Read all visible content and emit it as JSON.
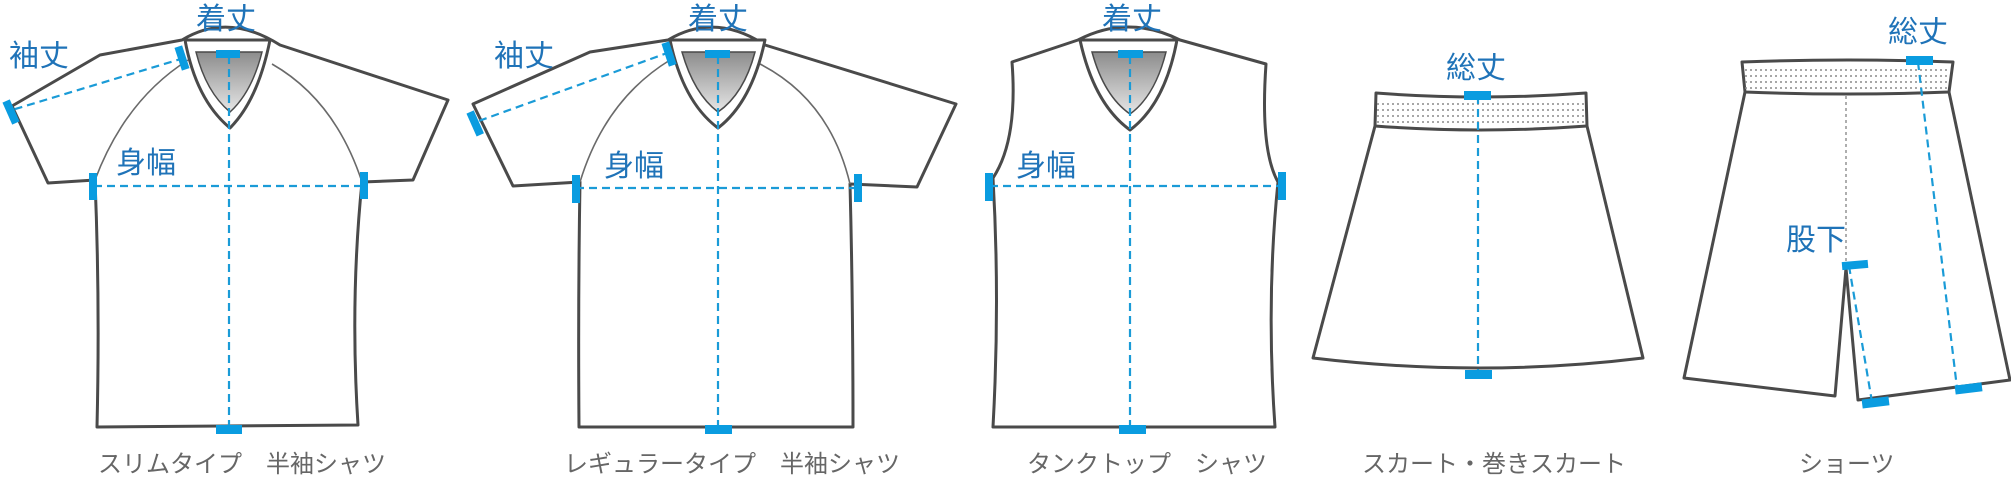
{
  "measurements": {
    "kitake": "着丈",
    "sodetake": "袖丈",
    "mihaba": "身幅",
    "soutake": "総丈",
    "matashita": "股下"
  },
  "captions": {
    "slim_tee": "スリムタイプ　半袖シャツ",
    "regular_tee": "レギュラータイプ　半袖シャツ",
    "tank_top": "タンクトップ　シャツ",
    "skirt": "スカート・巻きスカート",
    "shorts": "ショーツ"
  },
  "colors": {
    "measure_line": "#1a9bd7",
    "label_text": "#1f73b8",
    "caption_text": "#666666",
    "outline": "#4a4a4a"
  }
}
